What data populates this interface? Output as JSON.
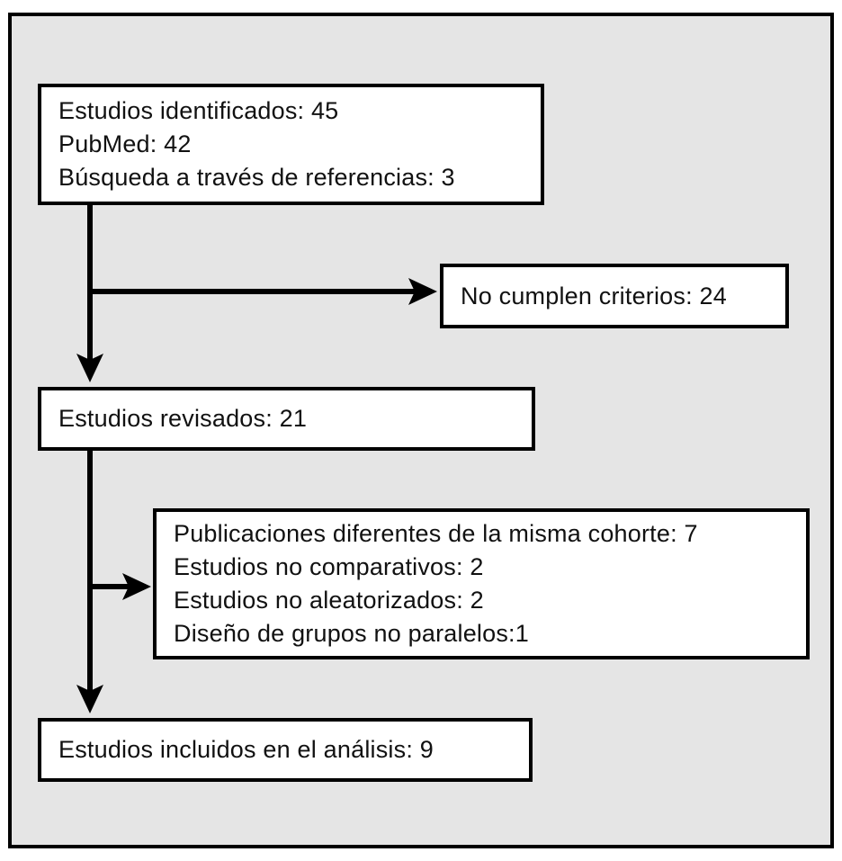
{
  "colors": {
    "canvas_background": "#ffffff",
    "frame_background": "#e5e5e5",
    "frame_border": "#000000",
    "box_background": "#ffffff",
    "box_border": "#000000",
    "arrow": "#000000",
    "text": "#111111"
  },
  "flowchart": {
    "boxes": {
      "identified": {
        "lines": [
          "Estudios identificados: 45",
          "PubMed: 42",
          "Búsqueda a través de referencias: 3"
        ]
      },
      "not_meeting_criteria": {
        "lines": [
          "No cumplen criterios: 24"
        ]
      },
      "reviewed": {
        "lines": [
          "Estudios revisados: 21"
        ]
      },
      "exclusion_reasons": {
        "lines": [
          "Publicaciones diferentes de la misma cohorte: 7",
          "Estudios no comparativos: 2",
          "Estudios no aleatorizados: 2",
          "Diseño de grupos no paralelos:1"
        ]
      },
      "included": {
        "lines": [
          "Estudios incluidos en el análisis: 9"
        ]
      }
    }
  }
}
